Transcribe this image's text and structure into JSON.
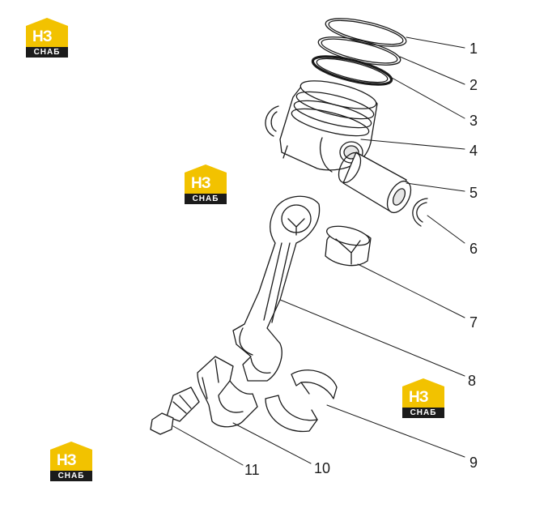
{
  "logo": {
    "mark": "НЗ",
    "caption": "СНАБ",
    "brand_color": "#f2c200"
  },
  "callouts": [
    "1",
    "2",
    "3",
    "4",
    "5",
    "6",
    "7",
    "8",
    "9",
    "10",
    "11"
  ],
  "parts": [
    "top-compression-ring",
    "second-compression-ring",
    "oil-control-ring",
    "piston",
    "piston-pin",
    "circlip",
    "small-end-bushing",
    "connecting-rod",
    "big-end-bearing-shells",
    "connecting-rod-cap",
    "cap-bolt"
  ]
}
